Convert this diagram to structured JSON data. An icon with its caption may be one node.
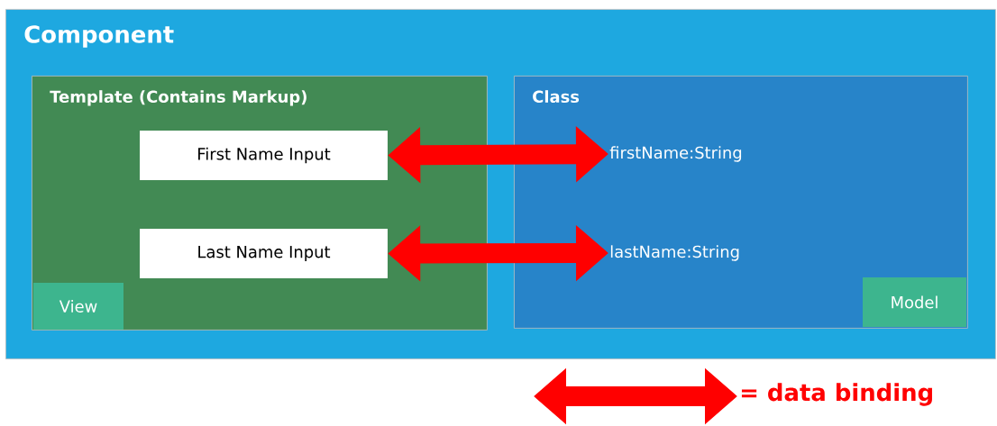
{
  "diagram": {
    "nodes": [
      {
        "text": [
          "Component"
        ]
      },
      {
        "text": [
          "Template (Contains Markup)"
        ],
        "in": 0
      },
      {
        "text": [
          "Class"
        ],
        "in": 0
      },
      {
        "text": [
          "First Name Input"
        ],
        "in": 1
      },
      {
        "text": [
          "Last Name Input"
        ],
        "in": 1
      },
      {
        "text": [
          "View"
        ],
        "in": 1
      },
      {
        "text": [
          "firstName:String"
        ],
        "in": 2
      },
      {
        "text": [
          "lastName:String"
        ],
        "in": 2
      },
      {
        "text": [
          "Model"
        ],
        "in": 2
      }
    ],
    "edges": [
      {
        "from": 3,
        "to": 6,
        "arrow": "both"
      },
      {
        "from": 4,
        "to": 7,
        "arrow": "both"
      }
    ],
    "legend": [
      {
        "text": "= data binding"
      }
    ]
  }
}
